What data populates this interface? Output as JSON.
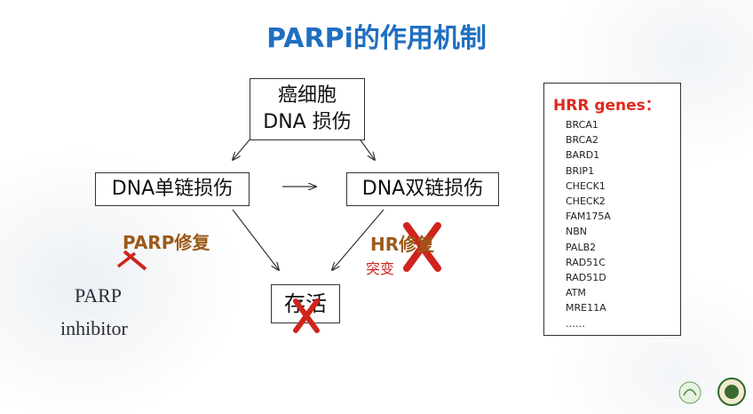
{
  "title": "PARPi的作用机制",
  "nodes": {
    "top_line1": "癌细胞",
    "top_line2": "DNA 损伤",
    "single_strand": "DNA单链损伤",
    "double_strand": "DNA双链损伤",
    "survival": "存活"
  },
  "labels": {
    "parp_repair": "PARP修复",
    "hr_repair": "HR修复",
    "mutation": "突变",
    "parp": "PARP",
    "inhibitor": "inhibitor"
  },
  "hrr": {
    "title": "HRR genes：",
    "genes": [
      "BRCA1",
      "BRCA2",
      "BARD1",
      "BRIP1",
      "CHECK1",
      "CHECK2",
      "FAM175A",
      "NBN",
      "PALB2",
      "RAD51C",
      "RAD51D",
      "ATM",
      "MRE11A",
      "……"
    ]
  },
  "colors": {
    "title": "#1f6fc0",
    "brown_label": "#9b5a1a",
    "red_mark": "#d0231b"
  },
  "icons": [
    "red-x-mark-icon",
    "inhibition-t-icon",
    "logo-icon"
  ]
}
